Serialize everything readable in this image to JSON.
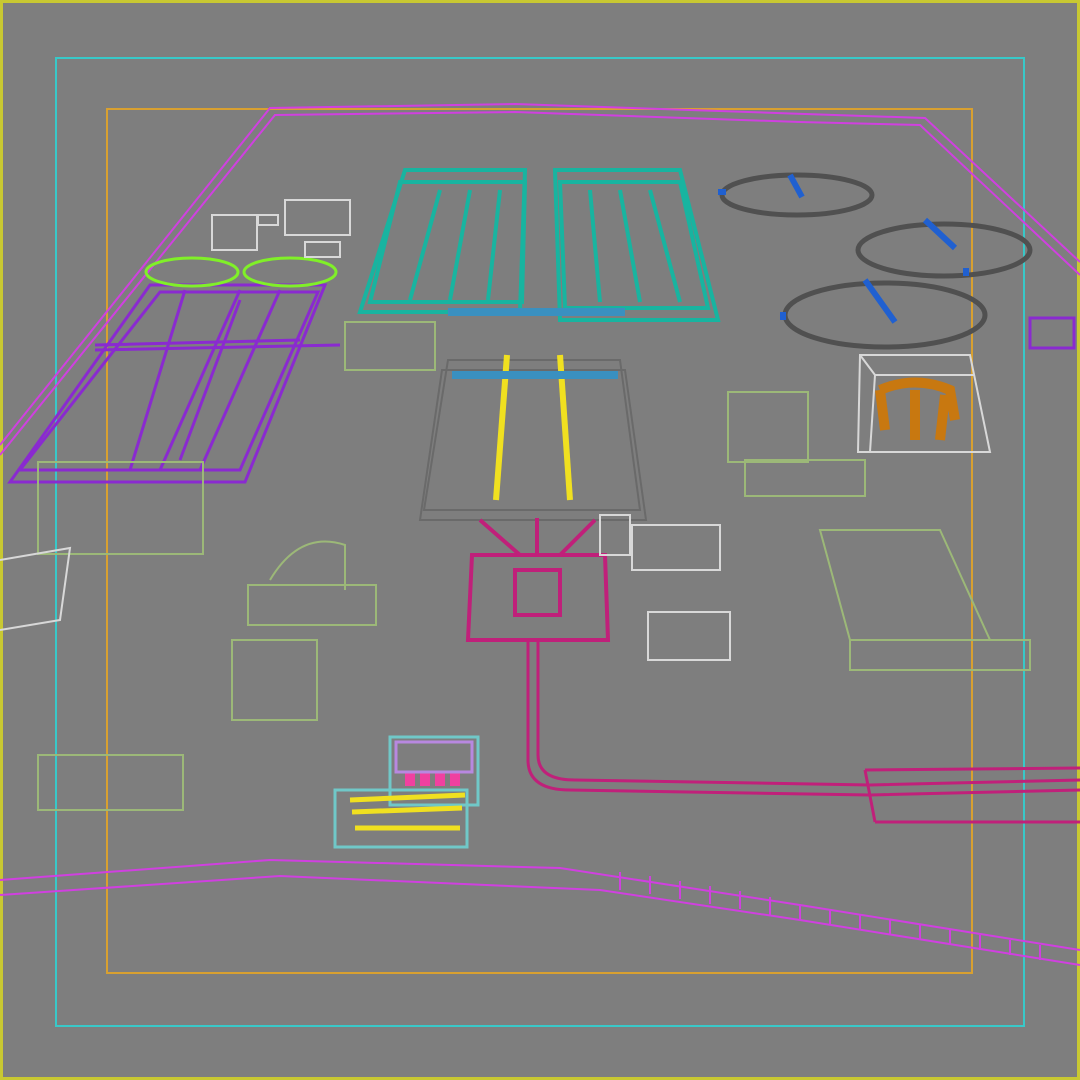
{
  "viewport": {
    "kind": "wireframe-3d-viewport",
    "background": "#7e7e7e",
    "frames": {
      "active_border": "#c8c832",
      "safe_frame_outer": "#38c8c8",
      "safe_frame_inner": "#d8a030"
    }
  },
  "colors": {
    "site_boundary": "#d040e0",
    "teal_tanks": "#18b4a0",
    "violet_basins": "#8a2ad0",
    "lime_ring": "#80f028",
    "dark_circle": "#505050",
    "blue_scraper": "#2060d0",
    "white_structure": "#d8d8d8",
    "pale_green_building": "#9cb878",
    "yellow_rail": "#f0e020",
    "gray_frame": "#6a6a6a",
    "magenta_pipe": "#c0207a",
    "steel_blue": "#3a90c0",
    "orange_tank": "#c87810",
    "light_teal": "#70c8c8",
    "pink": "#f040a0",
    "lavender": "#b888e0"
  },
  "objects": [
    {
      "name": "site-boundary-wall",
      "color_key": "site_boundary"
    },
    {
      "name": "aeration-tank-left",
      "color_key": "teal_tanks"
    },
    {
      "name": "aeration-tank-right",
      "color_key": "teal_tanks"
    },
    {
      "name": "settling-basin-violet",
      "color_key": "violet_basins"
    },
    {
      "name": "clarifier-ring-left",
      "color_key": "lime_ring"
    },
    {
      "name": "clarifier-ring-right",
      "color_key": "lime_ring"
    },
    {
      "name": "secondary-clarifier-1",
      "color_key": "dark_circle"
    },
    {
      "name": "secondary-clarifier-2",
      "color_key": "dark_circle"
    },
    {
      "name": "secondary-clarifier-3",
      "color_key": "dark_circle"
    },
    {
      "name": "grit-chamber-frame",
      "color_key": "gray_frame"
    },
    {
      "name": "channel-rail-yellow",
      "color_key": "yellow_rail"
    },
    {
      "name": "inlet-structure-magenta",
      "color_key": "magenta_pipe"
    },
    {
      "name": "outfall-pipe",
      "color_key": "magenta_pipe"
    },
    {
      "name": "digester-cage",
      "color_key": "white_structure"
    },
    {
      "name": "digester-orange-tank",
      "color_key": "orange_tank"
    },
    {
      "name": "control-building",
      "color_key": "pale_green_building"
    },
    {
      "name": "pump-station",
      "color_key": "white_structure"
    },
    {
      "name": "dewatering-house",
      "color_key": "light_teal"
    }
  ]
}
